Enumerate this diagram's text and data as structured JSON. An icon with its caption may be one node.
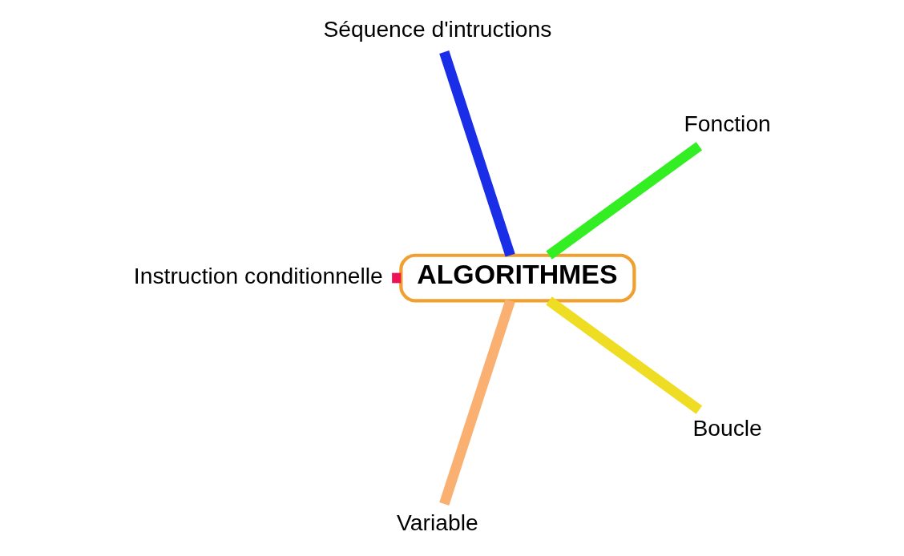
{
  "diagram": {
    "nodes": [
      {
        "text": [
          "ALGORITHMES"
        ]
      },
      {
        "text": [
          "Fonction"
        ]
      },
      {
        "text": [
          "Séquence d'intructions"
        ]
      },
      {
        "text": [
          "Instruction conditionnelle"
        ]
      },
      {
        "text": [
          "Variable"
        ]
      },
      {
        "text": [
          "Boucle"
        ]
      }
    ],
    "edges": [
      {
        "from": 0,
        "to": 1,
        "arrow": "none",
        "color": "#33ee22"
      },
      {
        "from": 0,
        "to": 2,
        "arrow": "none",
        "color": "#1a2ee8"
      },
      {
        "from": 0,
        "to": 3,
        "arrow": "none",
        "color": "#ee1155"
      },
      {
        "from": 0,
        "to": 5,
        "arrow": "none",
        "color": "#eedd22"
      },
      {
        "from": 0,
        "to": 4,
        "arrow": "none",
        "color": "#f9b070"
      }
    ]
  }
}
